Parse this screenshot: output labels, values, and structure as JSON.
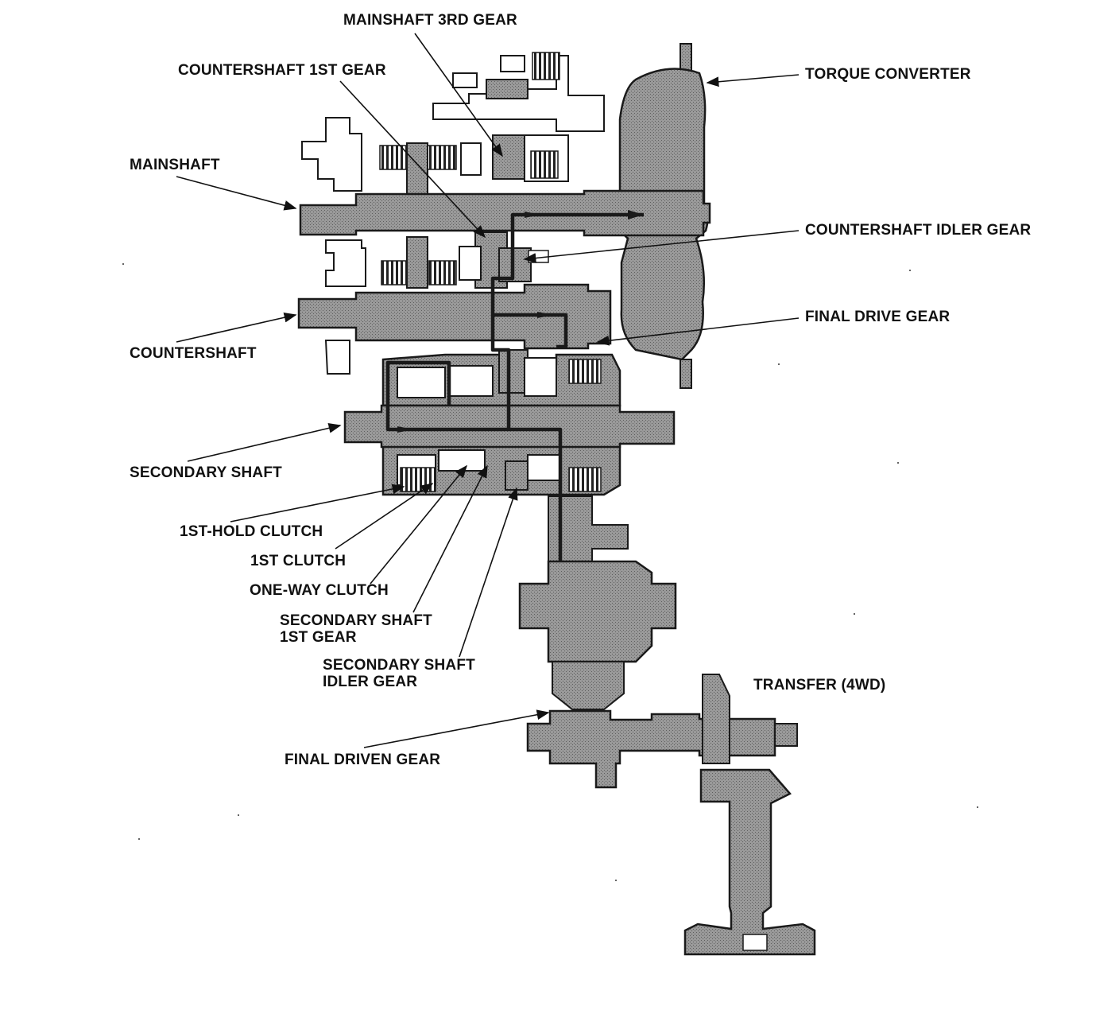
{
  "labels": {
    "mainshaft_3rd_gear": "MAINSHAFT 3RD GEAR",
    "countershaft_1st_gear": "COUNTERSHAFT 1ST GEAR",
    "torque_converter": "TORQUE CONVERTER",
    "mainshaft": "MAINSHAFT",
    "countershaft_idler_gear": "COUNTERSHAFT IDLER GEAR",
    "final_drive_gear": "FINAL DRIVE GEAR",
    "countershaft": "COUNTERSHAFT",
    "secondary_shaft": "SECONDARY SHAFT",
    "first_hold_clutch": "1ST-HOLD CLUTCH",
    "first_clutch": "1ST CLUTCH",
    "one_way_clutch": "ONE-WAY CLUTCH",
    "secondary_shaft_1st_gear_line1": "SECONDARY SHAFT",
    "secondary_shaft_1st_gear_line2": "1ST GEAR",
    "secondary_shaft_idler_gear_line1": "SECONDARY SHAFT",
    "secondary_shaft_idler_gear_line2": "IDLER GEAR",
    "transfer_4wd": "TRANSFER (4WD)",
    "final_driven_gear": "FINAL DRIVEN GEAR"
  },
  "colors": {
    "housing_fill": "#8f8f8f",
    "housing_dark": "#6e6e6e",
    "light_part": "#ffffff",
    "outline": "#1a1a1a",
    "power_flow": "#1a1a1a"
  }
}
